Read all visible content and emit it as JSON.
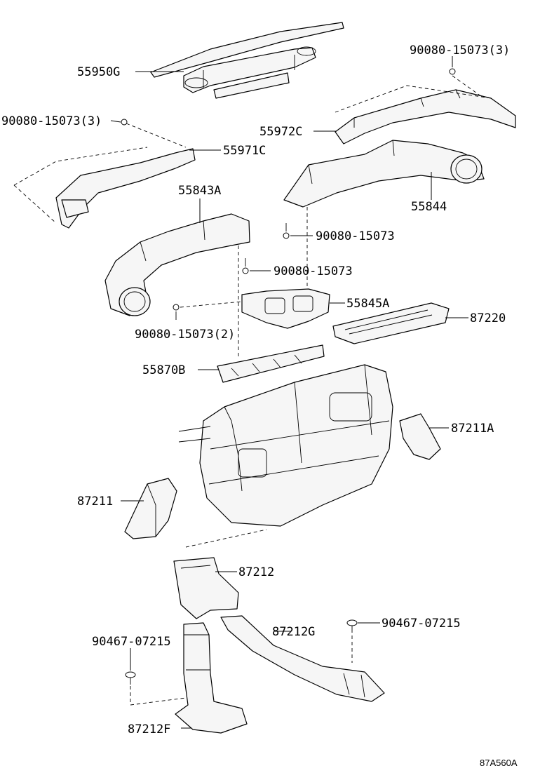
{
  "labels": {
    "p55950G": "55950G",
    "bolt_top_right": "90080-15073(3)",
    "bolt_top_left": "90080-15073(3)",
    "p55972C": "55972C",
    "p55971C": "55971C",
    "p55843A": "55843A",
    "p55844": "55844",
    "bolt_center_1": "90080-15073",
    "bolt_center_2": "90080-15073",
    "p55845A": "55845A",
    "bolt_center_3": "90080-15073(2)",
    "p87220": "87220",
    "p55870B": "55870B",
    "p87211A": "87211A",
    "p87211": "87211",
    "p87212": "87212",
    "clip_right": "90467-07215",
    "p87212G": "87212G",
    "clip_left": "90467-07215",
    "p87212F": "87212F"
  },
  "reference_code": "87A560A"
}
